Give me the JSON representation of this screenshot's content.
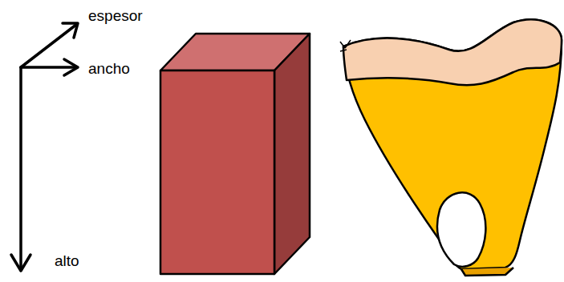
{
  "diagram": {
    "labels": [
      "espesor",
      "ancho",
      "alto"
    ]
  }
}
